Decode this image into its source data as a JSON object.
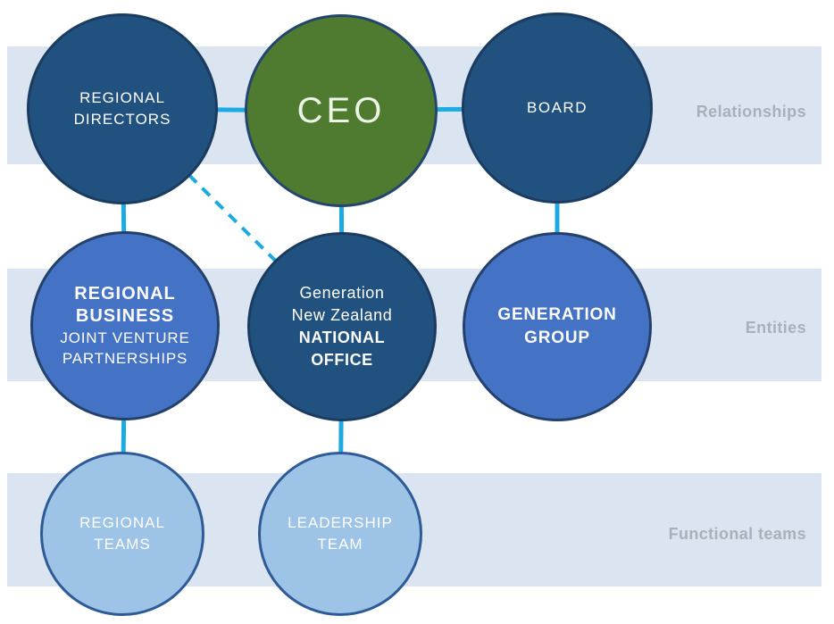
{
  "colors": {
    "navy_circle": "#21517e",
    "green_circle": "#4f7b31",
    "blue_circle": "#4472c4",
    "light_blue_circle": "#9dc3e6",
    "band_background": "#dbe5f1",
    "connector_cyan": "#1caae2",
    "band_label_gray": "#a9b0ba",
    "node_text": "#ffffff"
  },
  "bands": {
    "relationships": {
      "label": "Relationships"
    },
    "entities": {
      "label": "Entities"
    },
    "functional_teams": {
      "label": "Functional teams"
    }
  },
  "nodes": {
    "regional_directors": {
      "line1": "REGIONAL",
      "line2": "DIRECTORS"
    },
    "ceo": {
      "label": "CEO"
    },
    "board": {
      "label": "BOARD"
    },
    "regional_business": {
      "bold1": "REGIONAL",
      "bold2": "BUSINESS",
      "sub1": "JOINT VENTURE",
      "sub2": "PARTNERSHIPS"
    },
    "generation_new_zealand": {
      "line1": "Generation",
      "line2": "New Zealand",
      "bold1": "NATIONAL",
      "bold2": "OFFICE"
    },
    "generation_group": {
      "line1": "GENERATION",
      "line2": "GROUP"
    },
    "regional_teams": {
      "line1": "REGIONAL",
      "line2": "TEAMS"
    },
    "leadership_team": {
      "line1": "LEADERSHIP",
      "line2": "TEAM"
    }
  },
  "connections": [
    {
      "from": "regional_directors",
      "to": "ceo",
      "style": "solid"
    },
    {
      "from": "ceo",
      "to": "board",
      "style": "solid"
    },
    {
      "from": "regional_directors",
      "to": "regional_business",
      "style": "solid"
    },
    {
      "from": "ceo",
      "to": "generation_new_zealand",
      "style": "solid"
    },
    {
      "from": "board",
      "to": "generation_group",
      "style": "solid"
    },
    {
      "from": "regional_business",
      "to": "regional_teams",
      "style": "solid"
    },
    {
      "from": "generation_new_zealand",
      "to": "leadership_team",
      "style": "solid"
    },
    {
      "from": "regional_directors",
      "to": "generation_new_zealand",
      "style": "dashed"
    }
  ]
}
